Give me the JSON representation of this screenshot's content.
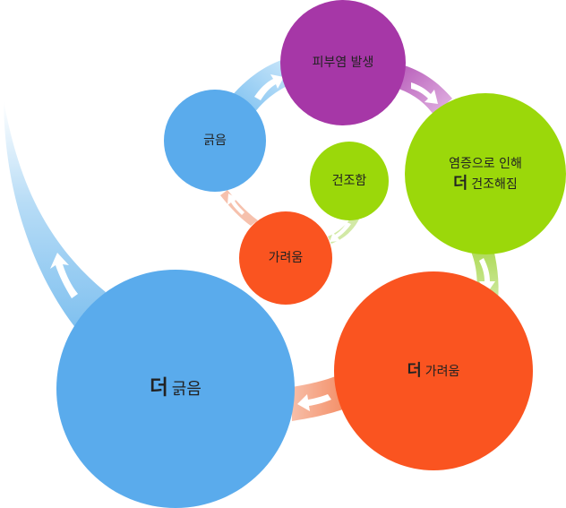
{
  "colors": {
    "purple": "#a637a7",
    "green": "#9bd80a",
    "orange": "#fa5420",
    "blue": "#5aabec",
    "light_green": "#c6e48a",
    "light_purple": "#d79bd8",
    "light_orange": "#f4a88b",
    "light_blue": "#9fd0f3"
  },
  "nodes": {
    "skin_inflammation": {
      "text": "피부염 발생"
    },
    "dryness_worsens": {
      "line1": "염증으로 인해",
      "emph": "더",
      "rest": "건조해짐"
    },
    "more_itching": {
      "emph": "더",
      "rest": "가려움"
    },
    "more_scratching": {
      "emph": "더",
      "rest": "긁음"
    },
    "scratching": {
      "text": "긁음"
    },
    "itching": {
      "text": "가려움"
    },
    "dryness": {
      "text": "건조함"
    }
  }
}
